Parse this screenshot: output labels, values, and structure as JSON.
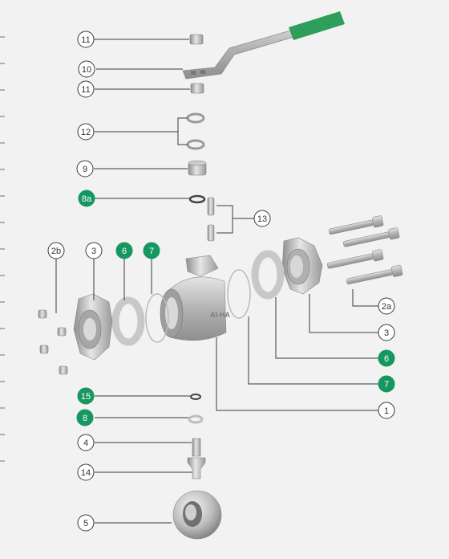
{
  "callouts": [
    {
      "id": "11-top",
      "label": "11",
      "green": false
    },
    {
      "id": "10",
      "label": "10",
      "green": false
    },
    {
      "id": "11-bottom",
      "label": "11",
      "green": false
    },
    {
      "id": "12",
      "label": "12",
      "green": false
    },
    {
      "id": "9",
      "label": "9",
      "green": false
    },
    {
      "id": "8a",
      "label": "8a",
      "green": true
    },
    {
      "id": "13",
      "label": "13",
      "green": false
    },
    {
      "id": "2b",
      "label": "2b",
      "green": false
    },
    {
      "id": "3-left",
      "label": "3",
      "green": false
    },
    {
      "id": "6-left",
      "label": "6",
      "green": true
    },
    {
      "id": "7-left",
      "label": "7",
      "green": true
    },
    {
      "id": "2a",
      "label": "2a",
      "green": false
    },
    {
      "id": "3-right",
      "label": "3",
      "green": false
    },
    {
      "id": "6-right",
      "label": "6",
      "green": true
    },
    {
      "id": "7-right",
      "label": "7",
      "green": true
    },
    {
      "id": "1",
      "label": "1",
      "green": false
    },
    {
      "id": "15",
      "label": "15",
      "green": true
    },
    {
      "id": "8",
      "label": "8",
      "green": true
    },
    {
      "id": "4",
      "label": "4",
      "green": false
    },
    {
      "id": "14",
      "label": "14",
      "green": false
    },
    {
      "id": "5",
      "label": "5",
      "green": false
    }
  ],
  "body_logo_text": "AI-HA",
  "colors": {
    "accent_green": "#16975f",
    "handle_grip": "#2e9e5b",
    "steel": "#b8b8b8"
  }
}
